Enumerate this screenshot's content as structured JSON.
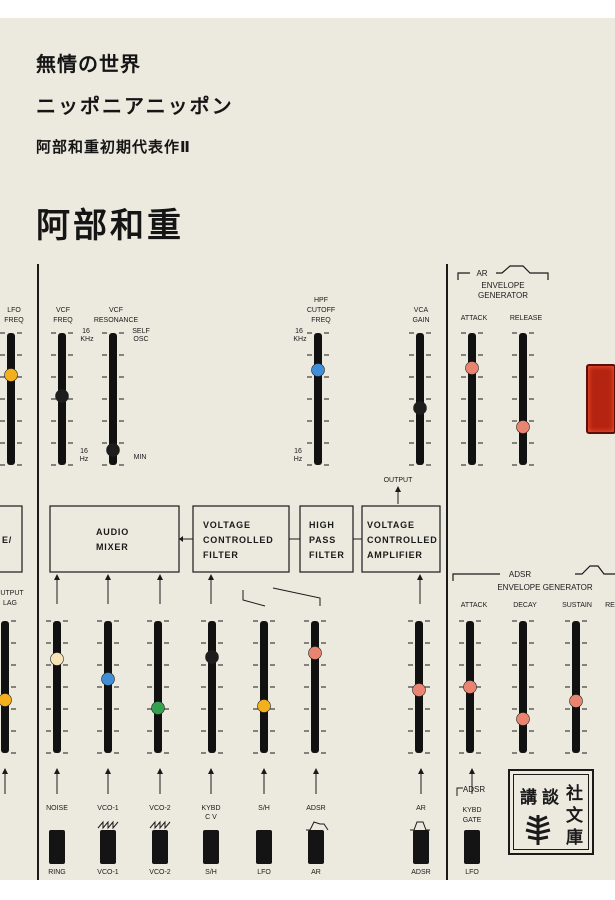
{
  "book": {
    "title_line1": "無情の世界",
    "title_line2": "ニッポニアニッポン",
    "subtitle": "阿部和重初期代表作Ⅱ",
    "author": "阿部和重",
    "publisher_chars": [
      "講",
      "談",
      "社",
      "文",
      "庫"
    ]
  },
  "panel": {
    "top_labels": {
      "lfo_freq": [
        "LFO",
        "FREQ"
      ],
      "vcf_freq": [
        "VCF",
        "FREQ"
      ],
      "vcf_resonance": [
        "VCF",
        "RESONANCE"
      ],
      "hpf_cutoff": [
        "HPF",
        "CUTOFF",
        "FREQ"
      ],
      "vca_gain": [
        "VCA",
        "GAIN"
      ]
    },
    "scale_labels": {
      "khz16": [
        "16",
        "KHz"
      ],
      "hz16": [
        "16",
        "Hz"
      ],
      "self_osc": [
        "SELF",
        "OSC"
      ],
      "min": "MIN"
    },
    "ar": {
      "header": "AR",
      "title": [
        "ENVELOPE",
        "GENERATOR"
      ],
      "attack": "ATTACK",
      "release": "RELEASE"
    },
    "adsr": {
      "header": "ADSR",
      "title": "ENVELOPE  GENERATOR",
      "attack": "ATTACK",
      "decay": "DECAY",
      "sustain": "SUSTAIN",
      "cut": "RE"
    },
    "output_label": "OUTPUT",
    "left_box": "E/",
    "left_output": [
      "UTPUT",
      "LAG"
    ],
    "boxes": {
      "mixer": [
        "AUDIO",
        "MIXER"
      ],
      "vcf": [
        "VOLTAGE",
        "CONTROLLED",
        "FILTER"
      ],
      "hpf": [
        "HIGH",
        "PASS",
        "FILTER"
      ],
      "vca": [
        "VOLTAGE",
        "CONTROLLED",
        "AMPLIFIER"
      ]
    },
    "source_labels": [
      "NOISE",
      "VCO-1",
      "VCO-2",
      "KYBD",
      "S/H",
      "ADSR",
      "AR"
    ],
    "kybd_sub": "C V",
    "switch_labels": [
      "RING",
      "VCO-1",
      "VCO-2",
      "S/H",
      "LFO",
      "AR",
      "ADSR"
    ],
    "right_adsr": [
      "ADSR",
      "KYBD",
      "GATE",
      "LFO"
    ],
    "knob_colors": {
      "yellow": "#f2b01e",
      "black": "#1d1d1d",
      "blue": "#3f8ed6",
      "green": "#35a14e",
      "peach": "#f6e4b8",
      "pink": "#e98470",
      "red": "#b42410"
    }
  }
}
